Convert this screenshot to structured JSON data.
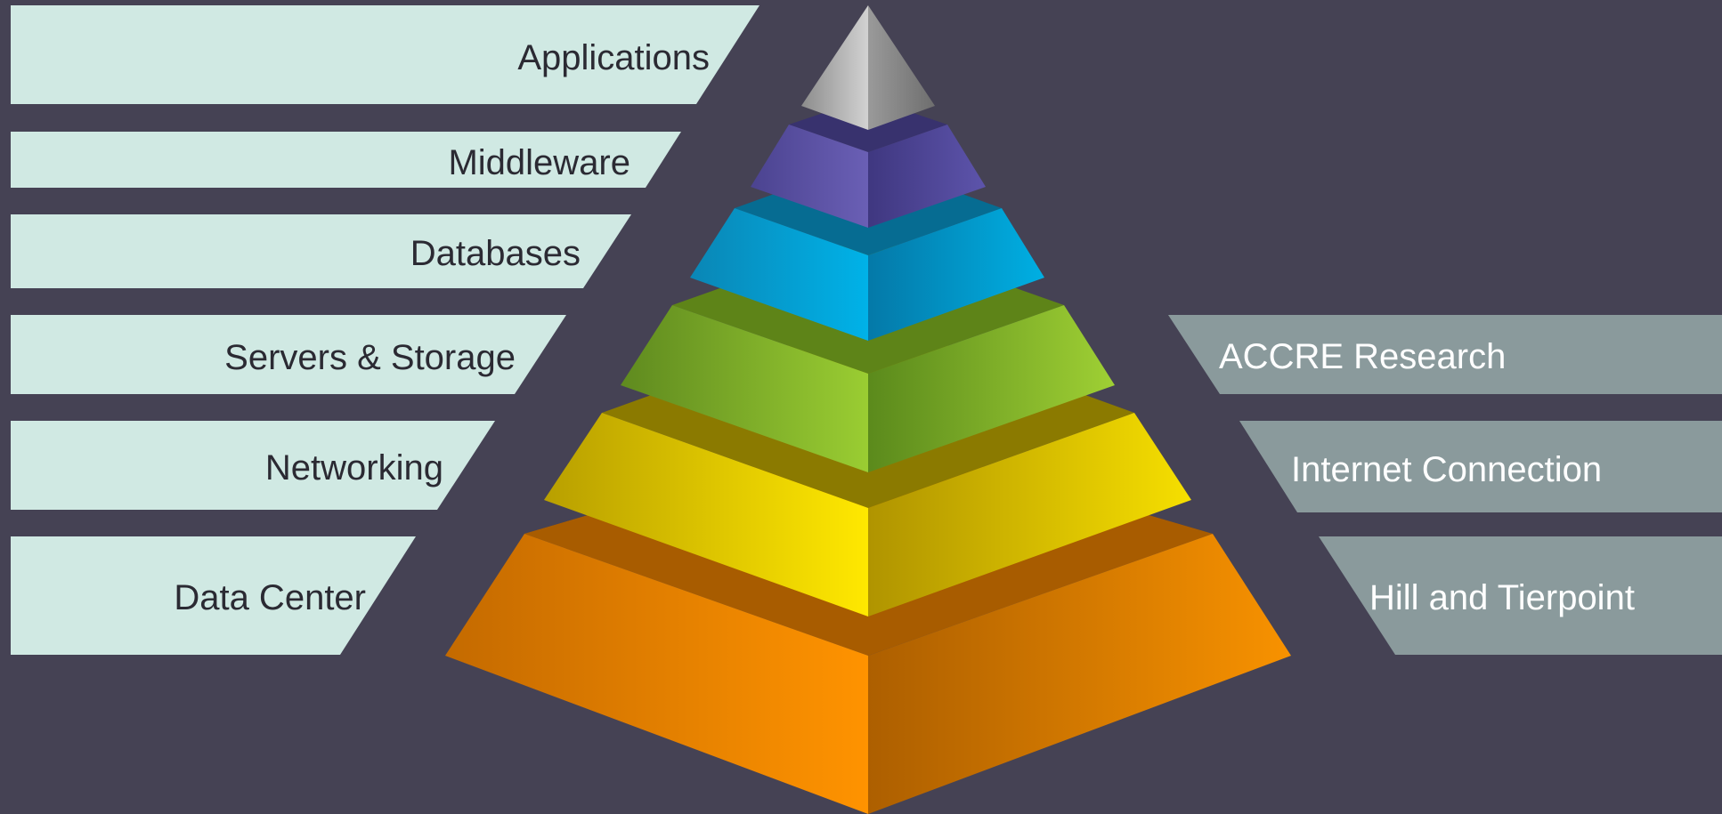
{
  "background_color": "#454254",
  "left_banner_color": "#d0e9e3",
  "right_banner_color": "#8a9a9c",
  "left_labels": [
    "Applications",
    "Middleware",
    "Databases",
    "Servers & Storage",
    "Networking",
    "Data Center"
  ],
  "right_labels": [
    "ACCRE Research",
    "Internet Connection",
    "Hill and Tierpoint"
  ],
  "pyramid_tiers": [
    {
      "name": "apex",
      "color": "#b5b5b5"
    },
    {
      "name": "purple",
      "color": "#5a4fa3"
    },
    {
      "name": "blue",
      "color": "#0aa3d8"
    },
    {
      "name": "green",
      "color": "#8bbf2c"
    },
    {
      "name": "yellow",
      "color": "#e6cc00"
    },
    {
      "name": "orange",
      "color": "#ee8a0a"
    }
  ]
}
